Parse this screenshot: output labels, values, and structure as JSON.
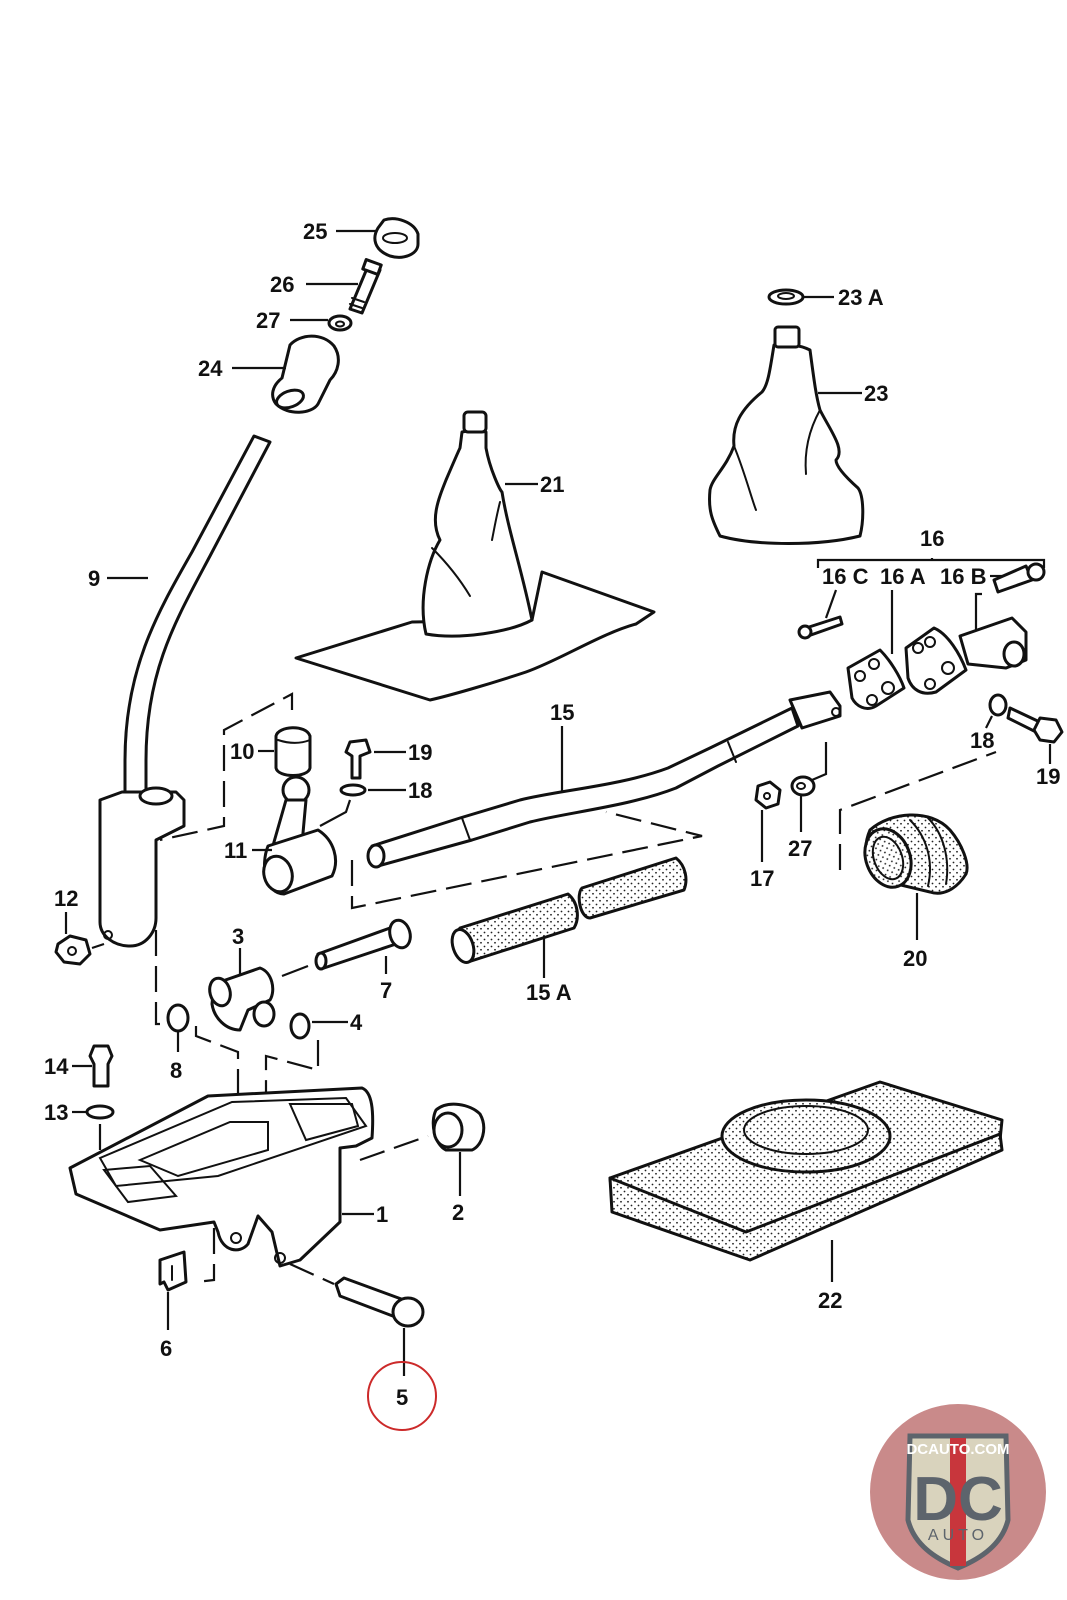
{
  "diagram": {
    "title": "Gear shift lever assembly — exploded parts view",
    "highlight_color": "#cc2a2a",
    "highlighted_part": "5",
    "labels": {
      "p1": "1",
      "p2": "2",
      "p3": "3",
      "p4": "4",
      "p5": "5",
      "p6": "6",
      "p7": "7",
      "p8": "8",
      "p9": "9",
      "p10": "10",
      "p11": "11",
      "p12": "12",
      "p13": "13",
      "p14": "14",
      "p15": "15",
      "p15a": "15 A",
      "p16": "16",
      "p16a": "16 A",
      "p16b": "16 B",
      "p16c": "16 C",
      "p17": "17",
      "p18a": "18",
      "p18b": "18",
      "p19a": "19",
      "p19b": "19",
      "p20": "20",
      "p21": "21",
      "p22": "22",
      "p23": "23",
      "p23a": "23 A",
      "p24": "24",
      "p25": "25",
      "p26": "26",
      "p27a": "27",
      "p27b": "27"
    },
    "parts": [
      {
        "id": "1",
        "name": "shift-bracket-housing"
      },
      {
        "id": "2",
        "name": "bushing-plug"
      },
      {
        "id": "3",
        "name": "tee-coupling"
      },
      {
        "id": "4",
        "name": "o-ring"
      },
      {
        "id": "5",
        "name": "pivot-pin"
      },
      {
        "id": "6",
        "name": "retaining-clip"
      },
      {
        "id": "7",
        "name": "shoulder-bolt"
      },
      {
        "id": "8",
        "name": "o-ring"
      },
      {
        "id": "9",
        "name": "shift-lever"
      },
      {
        "id": "10",
        "name": "cap"
      },
      {
        "id": "11",
        "name": "ball-joint-lever"
      },
      {
        "id": "12",
        "name": "hex-nut"
      },
      {
        "id": "13",
        "name": "washer"
      },
      {
        "id": "14",
        "name": "hex-bolt"
      },
      {
        "id": "15",
        "name": "shift-rod"
      },
      {
        "id": "15 A",
        "name": "rod-sleeve"
      },
      {
        "id": "16",
        "name": "flexible-coupling-set"
      },
      {
        "id": "16 A",
        "name": "coupling-disc"
      },
      {
        "id": "16 B",
        "name": "coupling-bolt"
      },
      {
        "id": "16 C",
        "name": "coupling-screw"
      },
      {
        "id": "17",
        "name": "nut"
      },
      {
        "id": "18",
        "name": "washer"
      },
      {
        "id": "19",
        "name": "bolt"
      },
      {
        "id": "20",
        "name": "rubber-boot"
      },
      {
        "id": "21",
        "name": "shift-boot-with-base"
      },
      {
        "id": "22",
        "name": "foam-insulation-pad"
      },
      {
        "id": "23",
        "name": "shift-boot"
      },
      {
        "id": "23 A",
        "name": "ring"
      },
      {
        "id": "24",
        "name": "shift-knob"
      },
      {
        "id": "25",
        "name": "knob-cap"
      },
      {
        "id": "26",
        "name": "screw"
      },
      {
        "id": "27",
        "name": "washer"
      }
    ]
  },
  "logo": {
    "top_text": "DCAUTO.COM",
    "main_text": "DC",
    "sub_text": "AUTO",
    "colors": {
      "circle": "#c98a8a",
      "shield": "#d9d3bd",
      "letters": "#5d646c",
      "stripe": "#c8363c",
      "border": "#5d646c"
    }
  }
}
